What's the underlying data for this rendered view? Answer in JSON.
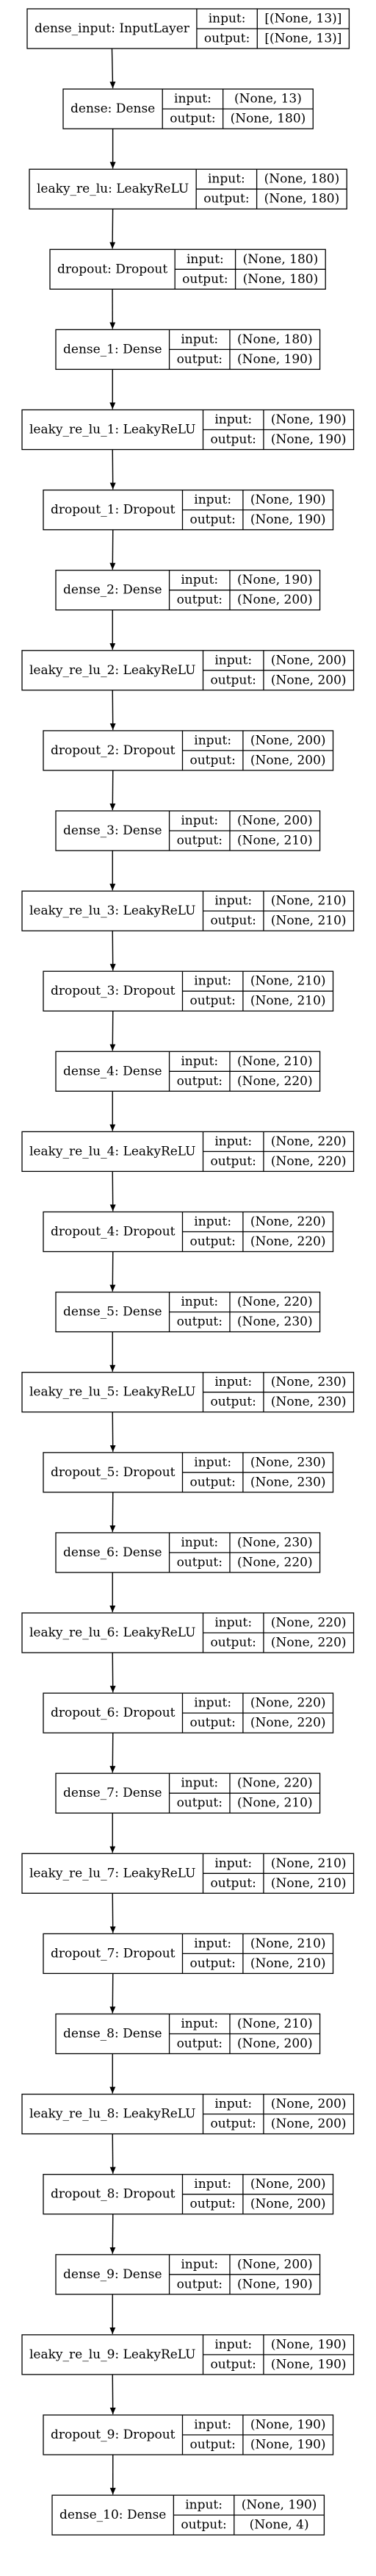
{
  "diagram": {
    "port_labels": {
      "input": "input:",
      "output": "output:"
    },
    "layers": [
      {
        "name": "dense_input: InputLayer",
        "input": "[(None, 13)]",
        "output": "[(None, 13)]"
      },
      {
        "name": "dense: Dense",
        "input": "(None, 13)",
        "output": "(None, 180)"
      },
      {
        "name": "leaky_re_lu: LeakyReLU",
        "input": "(None, 180)",
        "output": "(None, 180)"
      },
      {
        "name": "dropout: Dropout",
        "input": "(None, 180)",
        "output": "(None, 180)"
      },
      {
        "name": "dense_1: Dense",
        "input": "(None, 180)",
        "output": "(None, 190)"
      },
      {
        "name": "leaky_re_lu_1: LeakyReLU",
        "input": "(None, 190)",
        "output": "(None, 190)"
      },
      {
        "name": "dropout_1: Dropout",
        "input": "(None, 190)",
        "output": "(None, 190)"
      },
      {
        "name": "dense_2: Dense",
        "input": "(None, 190)",
        "output": "(None, 200)"
      },
      {
        "name": "leaky_re_lu_2: LeakyReLU",
        "input": "(None, 200)",
        "output": "(None, 200)"
      },
      {
        "name": "dropout_2: Dropout",
        "input": "(None, 200)",
        "output": "(None, 200)"
      },
      {
        "name": "dense_3: Dense",
        "input": "(None, 200)",
        "output": "(None, 210)"
      },
      {
        "name": "leaky_re_lu_3: LeakyReLU",
        "input": "(None, 210)",
        "output": "(None, 210)"
      },
      {
        "name": "dropout_3: Dropout",
        "input": "(None, 210)",
        "output": "(None, 210)"
      },
      {
        "name": "dense_4: Dense",
        "input": "(None, 210)",
        "output": "(None, 220)"
      },
      {
        "name": "leaky_re_lu_4: LeakyReLU",
        "input": "(None, 220)",
        "output": "(None, 220)"
      },
      {
        "name": "dropout_4: Dropout",
        "input": "(None, 220)",
        "output": "(None, 220)"
      },
      {
        "name": "dense_5: Dense",
        "input": "(None, 220)",
        "output": "(None, 230)"
      },
      {
        "name": "leaky_re_lu_5: LeakyReLU",
        "input": "(None, 230)",
        "output": "(None, 230)"
      },
      {
        "name": "dropout_5: Dropout",
        "input": "(None, 230)",
        "output": "(None, 230)"
      },
      {
        "name": "dense_6: Dense",
        "input": "(None, 230)",
        "output": "(None, 220)"
      },
      {
        "name": "leaky_re_lu_6: LeakyReLU",
        "input": "(None, 220)",
        "output": "(None, 220)"
      },
      {
        "name": "dropout_6: Dropout",
        "input": "(None, 220)",
        "output": "(None, 220)"
      },
      {
        "name": "dense_7: Dense",
        "input": "(None, 220)",
        "output": "(None, 210)"
      },
      {
        "name": "leaky_re_lu_7: LeakyReLU",
        "input": "(None, 210)",
        "output": "(None, 210)"
      },
      {
        "name": "dropout_7: Dropout",
        "input": "(None, 210)",
        "output": "(None, 210)"
      },
      {
        "name": "dense_8: Dense",
        "input": "(None, 210)",
        "output": "(None, 200)"
      },
      {
        "name": "leaky_re_lu_8: LeakyReLU",
        "input": "(None, 200)",
        "output": "(None, 200)"
      },
      {
        "name": "dropout_8: Dropout",
        "input": "(None, 200)",
        "output": "(None, 200)"
      },
      {
        "name": "dense_9: Dense",
        "input": "(None, 200)",
        "output": "(None, 190)"
      },
      {
        "name": "leaky_re_lu_9: LeakyReLU",
        "input": "(None, 190)",
        "output": "(None, 190)"
      },
      {
        "name": "dropout_9: Dropout",
        "input": "(None, 190)",
        "output": "(None, 190)"
      },
      {
        "name": "dense_10: Dense",
        "input": "(None, 190)",
        "output": "(None, 4)"
      }
    ]
  }
}
